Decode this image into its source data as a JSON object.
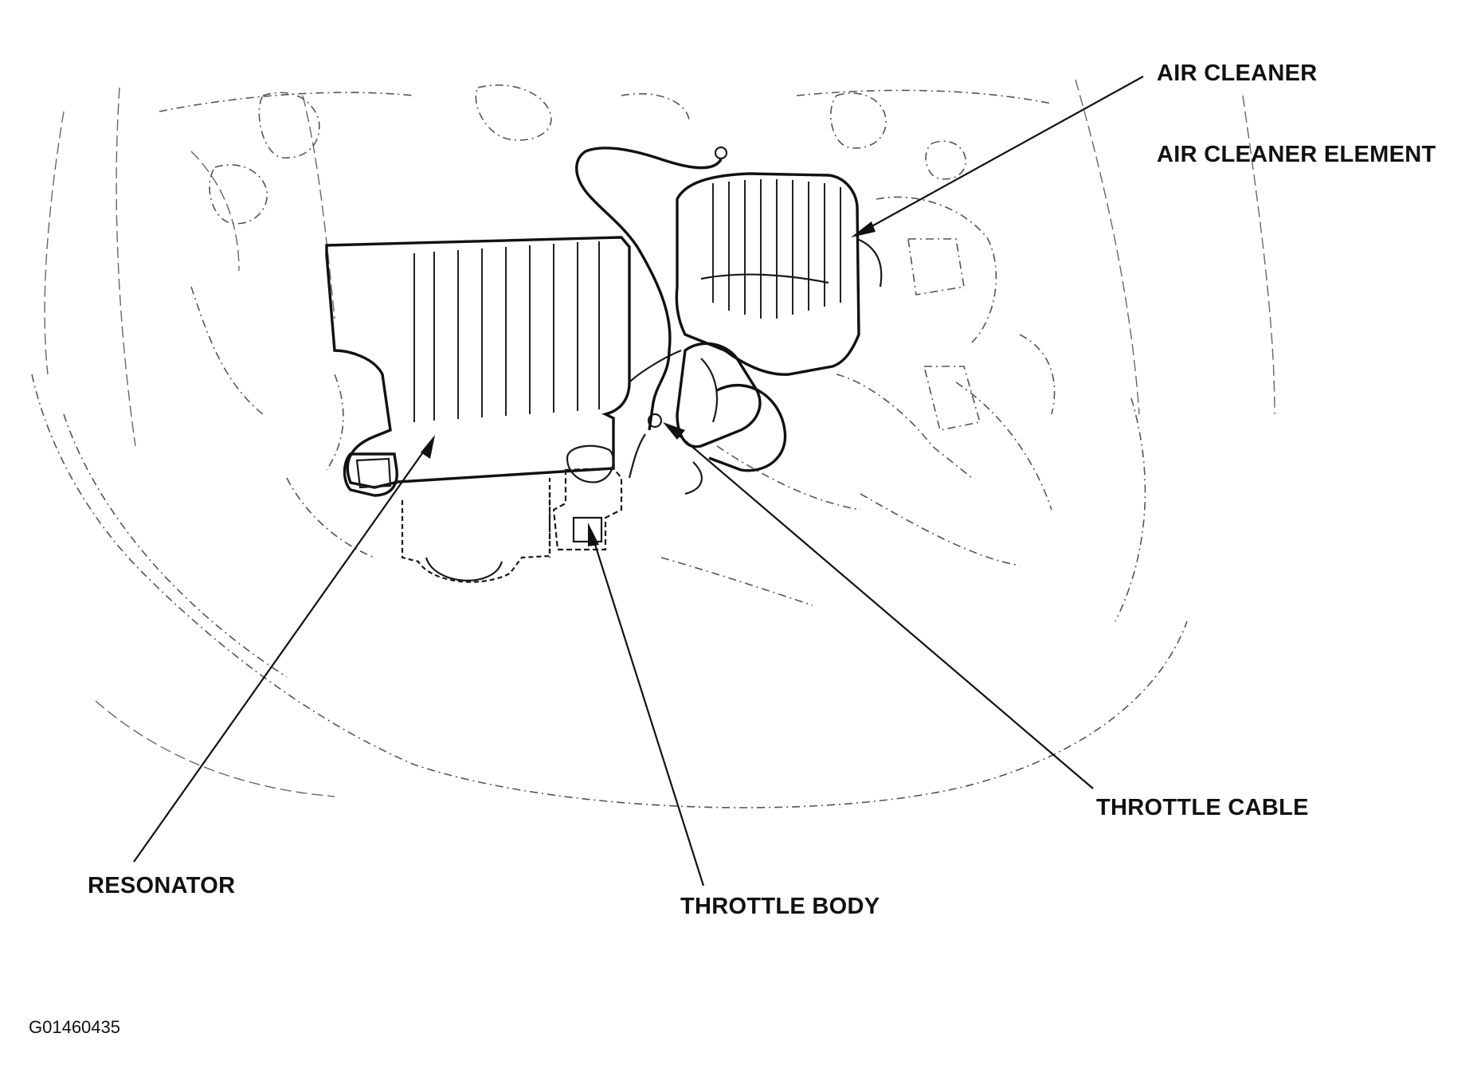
{
  "callouts": {
    "air_cleaner": "AIR CLEANER",
    "air_cleaner_element": "AIR CLEANER ELEMENT",
    "throttle_cable": "THROTTLE CABLE",
    "resonator": "RESONATOR",
    "throttle_body": "THROTTLE BODY"
  },
  "figure_id": "G01460435",
  "colors": {
    "line": "#111111",
    "background": "#ffffff"
  }
}
